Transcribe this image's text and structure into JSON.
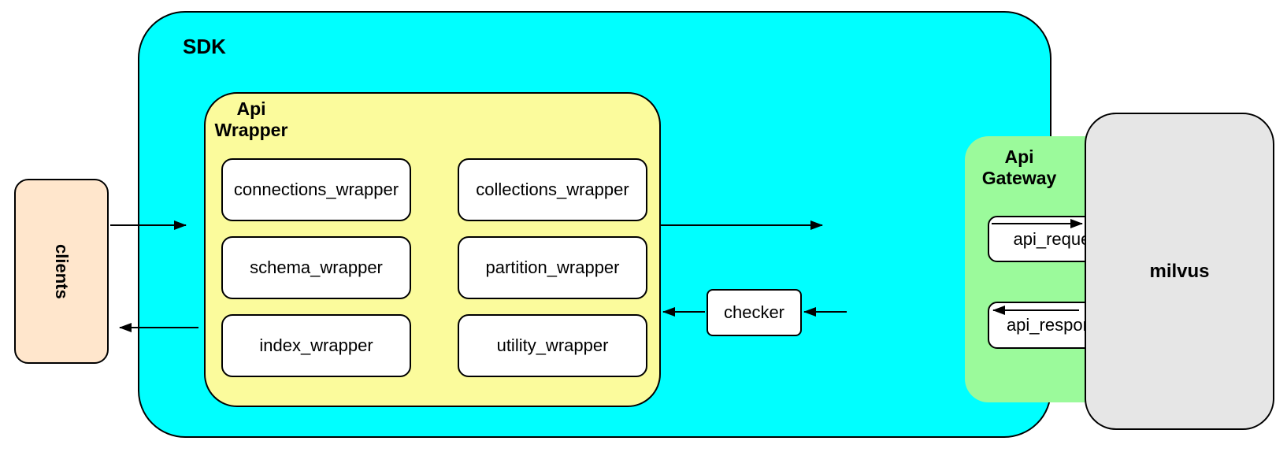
{
  "diagram": {
    "clients": {
      "label": "clients"
    },
    "sdk": {
      "label": "SDK",
      "api_wrapper": {
        "label_line1": "Api",
        "label_line2": "Wrapper",
        "boxes": [
          {
            "label": "connections_wrapper"
          },
          {
            "label": "collections_wrapper"
          },
          {
            "label": "schema_wrapper"
          },
          {
            "label": "partition_wrapper"
          },
          {
            "label": "index_wrapper"
          },
          {
            "label": "utility_wrapper"
          }
        ]
      },
      "checker": {
        "label": "checker"
      },
      "api_gateway": {
        "label_line1": "Api",
        "label_line2": "Gateway",
        "request": {
          "label": "api_request"
        },
        "response": {
          "label": "api_response"
        }
      }
    },
    "milvus": {
      "label": "milvus"
    },
    "edges": [
      {
        "from": "clients",
        "to": "api_wrapper"
      },
      {
        "from": "api_wrapper",
        "to": "clients"
      },
      {
        "from": "api_wrapper",
        "to": "api_request"
      },
      {
        "from": "api_request",
        "to": "milvus"
      },
      {
        "from": "milvus",
        "to": "api_response"
      },
      {
        "from": "api_response",
        "to": "checker"
      },
      {
        "from": "checker",
        "to": "api_wrapper"
      }
    ],
    "colors": {
      "sdk_fill": "#00FFFF",
      "api_wrapper_fill": "#FBFB9C",
      "api_gateway_fill": "#9BFA9B",
      "clients_fill": "#FFE6CC",
      "milvus_fill": "#E6E6E6",
      "node_fill": "#FFFFFF",
      "stroke": "#000000"
    }
  }
}
